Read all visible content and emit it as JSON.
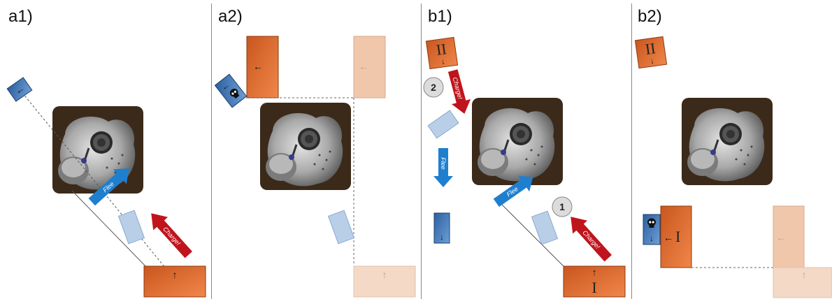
{
  "panels": [
    {
      "id": "a1",
      "label": "a1)"
    },
    {
      "id": "a2",
      "label": "a2)"
    },
    {
      "id": "b1",
      "label": "b1)"
    },
    {
      "id": "b2",
      "label": "b2)"
    }
  ],
  "annotations": {
    "flee": "Flee",
    "charge": "Charge!",
    "unit_one": "I",
    "unit_two": "II",
    "step_one": "1",
    "step_two": "2",
    "arrow_glyph": "↑",
    "arrow_left": "←",
    "arrow_down": "↓"
  },
  "colors": {
    "orange": "#d9652a",
    "orange_faded": "#f1c7ab",
    "blue": "#3f76b8",
    "blue_faded": "#b9cfe8",
    "flee_arrow": "#1f7fcf",
    "charge_arrow": "#c0141c",
    "circle": "#dcdcdc"
  }
}
